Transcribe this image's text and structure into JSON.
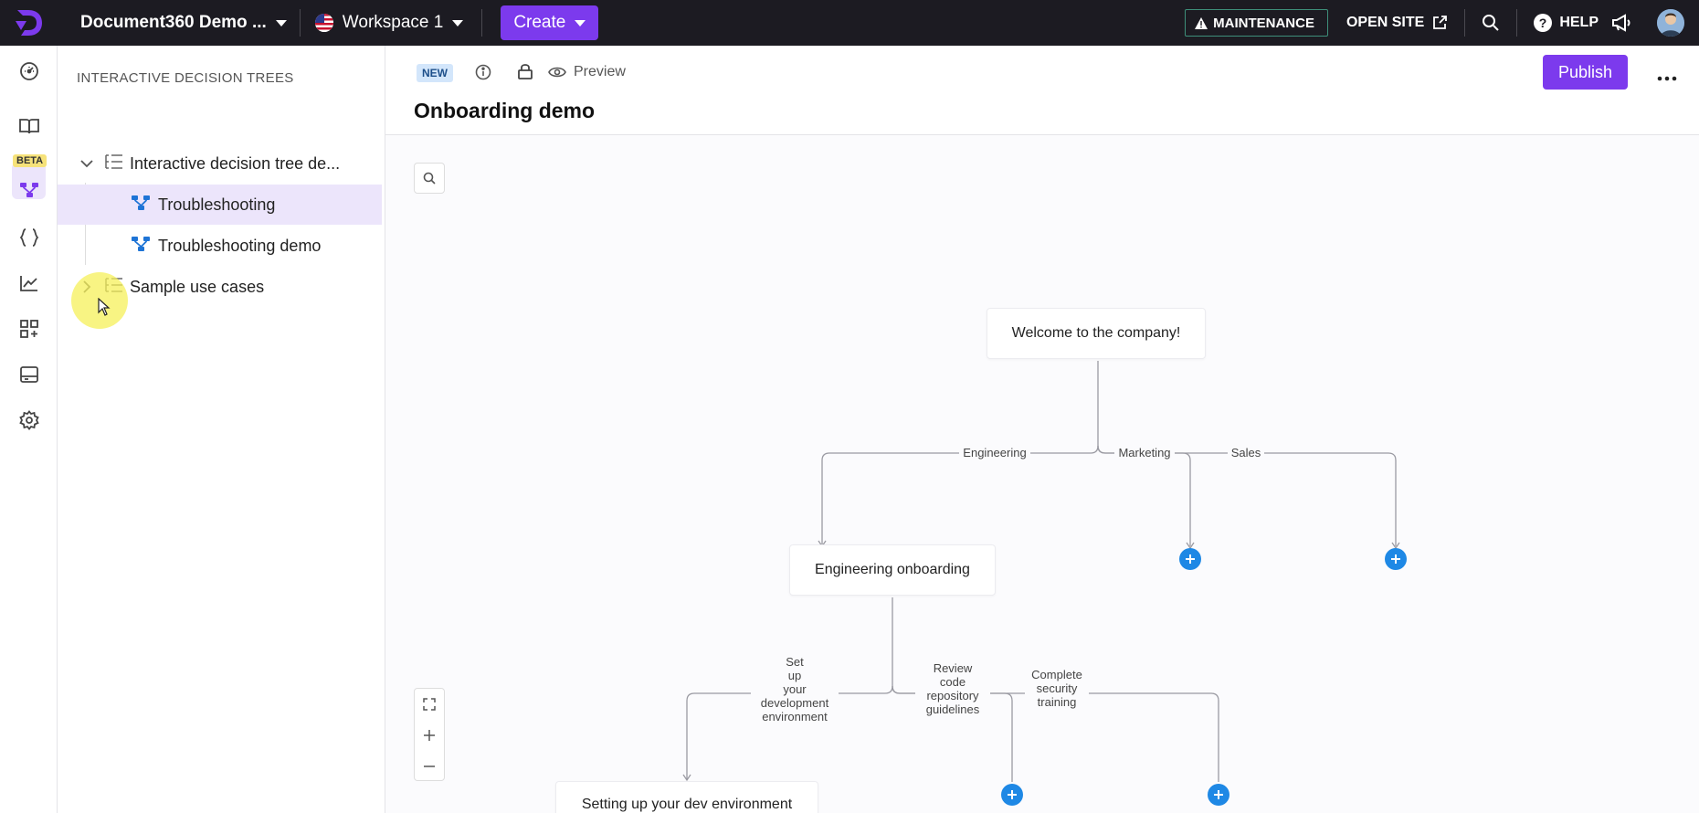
{
  "topbar": {
    "project_name": "Document360 Demo ...",
    "workspace": "Workspace 1",
    "create_label": "Create",
    "maintenance_label": "MAINTENANCE",
    "open_site_label": "OPEN SITE",
    "help_label": "HELP"
  },
  "rail": {
    "beta_label": "BETA",
    "icons": [
      "dashboard-icon",
      "knowledge-base-icon",
      "decision-tree-icon",
      "api-docs-icon",
      "analytics-icon",
      "integrations-icon",
      "widget-icon",
      "settings-icon"
    ]
  },
  "tree": {
    "section_title": "INTERACTIVE DECISION TREES",
    "items": [
      {
        "label": "Interactive decision tree de...",
        "type": "folder",
        "expanded": true
      },
      {
        "label": "Troubleshooting",
        "type": "tree",
        "selected": true
      },
      {
        "label": "Troubleshooting demo",
        "type": "tree"
      },
      {
        "label": "Sample use cases",
        "type": "folder",
        "expanded": false
      }
    ]
  },
  "doc": {
    "badge": "NEW",
    "preview_label": "Preview",
    "title": "Onboarding demo",
    "publish_label": "Publish"
  },
  "flow": {
    "nodes": {
      "root": "Welcome to the company!",
      "engineering": "Engineering onboarding",
      "dev_env": "Setting up your dev environment"
    },
    "edges": {
      "engineering": "Engineering",
      "marketing": "Marketing",
      "sales": "Sales",
      "setup_dev": "Set\nup\nyour\ndevelopment\nenvironment",
      "review_code": "Review\ncode\nrepository\nguidelines",
      "security": "Complete\nsecurity\ntraining"
    }
  },
  "colors": {
    "accent": "#7c3aed",
    "topbar": "#1c1b22",
    "add_node": "#1e88e5",
    "selected_bg": "#ece5fb"
  }
}
